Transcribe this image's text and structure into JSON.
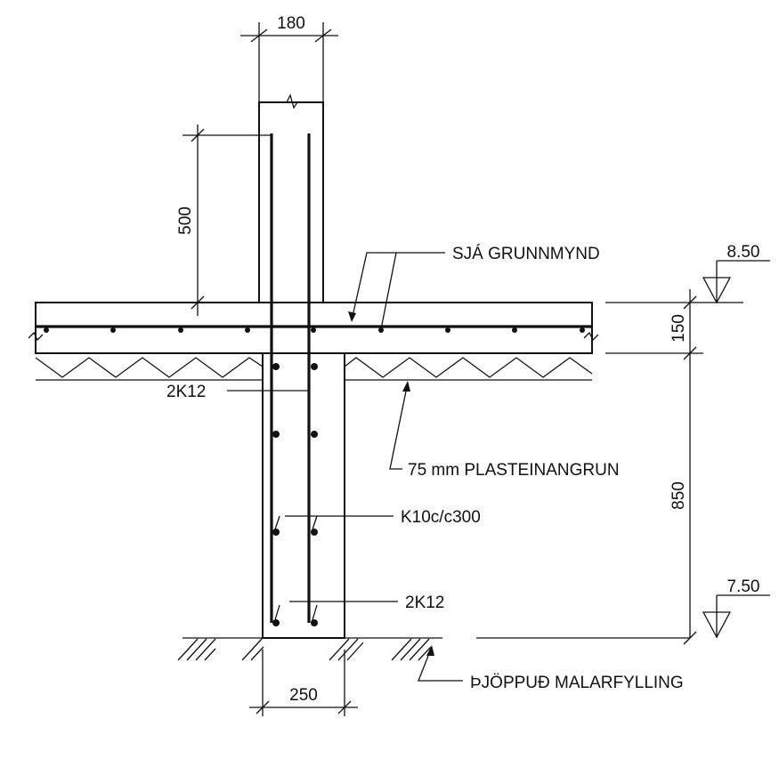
{
  "dimensions": {
    "wall_width": "180",
    "footing_width": "250",
    "embed_length": "500",
    "slab_thickness": "150",
    "footing_depth": "850"
  },
  "levels": {
    "top_floor": "8.50",
    "bottom_footing": "7.50"
  },
  "callouts": {
    "see_plan": "SJÁ GRUNNMYND",
    "insulation": "75 mm PLASTEINANGRUN",
    "bars_top": "2K12",
    "stirrups": "K10c/c300",
    "bars_bottom": "2K12",
    "fill": "ÞJÖPPUÐ MALARFYLLING"
  },
  "colors": {
    "line": "#111111",
    "concrete": "#dcdcdc"
  }
}
